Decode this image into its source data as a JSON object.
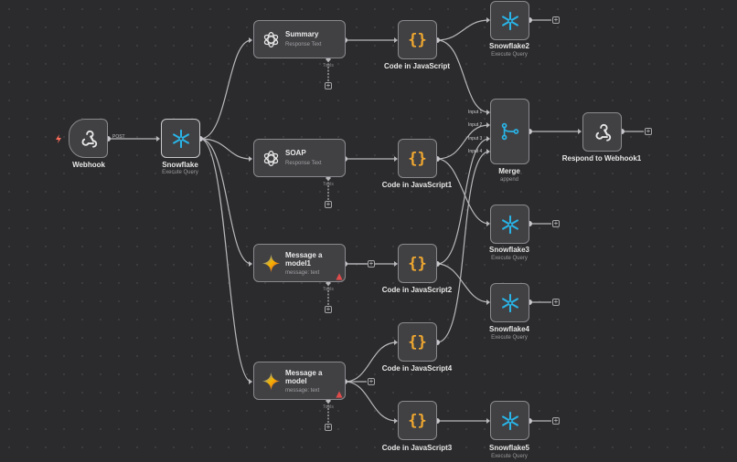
{
  "colors": {
    "canvas": "#2b2b2d",
    "node": "#414144",
    "wire": "#b8b8bc",
    "accent": "#ff6d5a",
    "snowflake": "#29b5e8",
    "code": "#f0a830"
  },
  "trigger": {
    "icon": "lightning-bolt-icon"
  },
  "webhook": {
    "name": "Webhook",
    "out_label": "POST",
    "icon": "webhook-icon"
  },
  "snowflake_main": {
    "name": "Snowflake",
    "subtitle": "Execute Query",
    "icon": "snowflake-icon"
  },
  "summary": {
    "name": "Summary",
    "subtitle": "Response Text",
    "tools": "Tools",
    "icon": "openai-icon"
  },
  "soap": {
    "name": "SOAP",
    "subtitle": "Response Text",
    "tools": "Tools",
    "icon": "openai-icon"
  },
  "message1": {
    "name_line1": "Message a",
    "name_line2": "model1",
    "subtitle": "message: text",
    "tools": "Tools",
    "icon": "gemini-icon"
  },
  "message": {
    "name_line1": "Message a",
    "name_line2": "model",
    "subtitle": "message: text",
    "tools": "Tools",
    "icon": "gemini-icon"
  },
  "code": {
    "name": "Code in JavaScript",
    "icon_text": "{}"
  },
  "code1": {
    "name": "Code in JavaScript1",
    "icon_text": "{}"
  },
  "code2": {
    "name": "Code in JavaScript2",
    "icon_text": "{}"
  },
  "code4": {
    "name": "Code in JavaScript4",
    "icon_text": "{}"
  },
  "code3": {
    "name": "Code in JavaScript3",
    "icon_text": "{}"
  },
  "snowflake2": {
    "name": "Snowflake2",
    "subtitle": "Execute Query"
  },
  "snowflake3": {
    "name": "Snowflake3",
    "subtitle": "Execute Query"
  },
  "snowflake4": {
    "name": "Snowflake4",
    "subtitle": "Execute Query"
  },
  "snowflake5": {
    "name": "Snowflake5",
    "subtitle": "Execute Query"
  },
  "merge": {
    "name": "Merge",
    "subtitle": "append",
    "inputs": [
      "Input 1",
      "Input 2",
      "Input 3",
      "Input 4"
    ],
    "icon": "merge-icon"
  },
  "respond": {
    "name": "Respond to Webhook1",
    "icon": "webhook-icon"
  },
  "plus_symbol": "+"
}
